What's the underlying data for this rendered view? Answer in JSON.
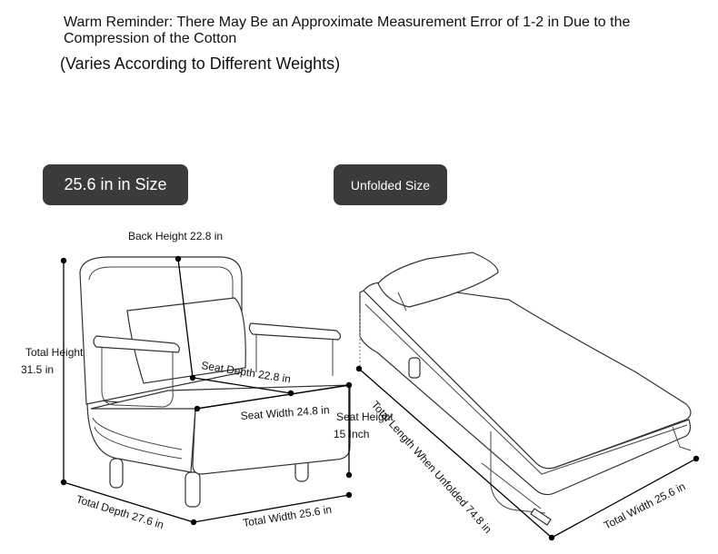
{
  "notice": {
    "line1": "Warm Reminder: There May Be an Approximate Measurement Error of 1-2 in Due to the Compression of the Cotton",
    "line2": "(Varies According to Different Weights)"
  },
  "badges": {
    "size": "25.6 in in Size",
    "unfolded": "Unfolded Size"
  },
  "chair_dims": {
    "back_height": "Back Height 22.8 in",
    "total_height_1": "Total Height",
    "total_height_2": "31.5 in",
    "seat_depth": "Seat Depth 22.8 in",
    "seat_width": "Seat Width 24.8 in",
    "seat_height_1": "Seat Height",
    "seat_height_2": "15 Inch",
    "total_depth": "Total Depth 27.6 in",
    "total_width": "Total Width 25.6 in"
  },
  "bed_dims": {
    "total_length": "Total Length When Unfolded 74.8 in",
    "total_width": "Total Width 25.6 in"
  }
}
